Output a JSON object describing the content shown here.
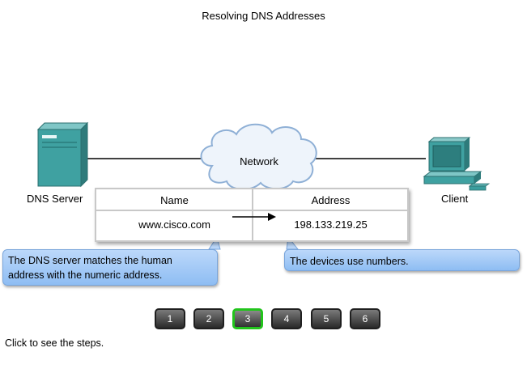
{
  "title": "Resolving DNS Addresses",
  "nodes": {
    "server_label": "DNS Server",
    "client_label": "Client",
    "network_label": "Network"
  },
  "table": {
    "headers": [
      "Name",
      "Address"
    ],
    "row": [
      "www.cisco.com",
      "198.133.219.25"
    ]
  },
  "callouts": {
    "left_line1": "The DNS server matches the human",
    "left_line2": "address with the numeric address.",
    "right": "The devices use numbers."
  },
  "steps": {
    "buttons": [
      "1",
      "2",
      "3",
      "4",
      "5",
      "6"
    ],
    "active": "3"
  },
  "hint": "Click to see the steps.",
  "colors": {
    "active_step_border": "#22c41c",
    "callout_fill": "#a7cbf6",
    "device_teal": "#3a9e9e"
  }
}
